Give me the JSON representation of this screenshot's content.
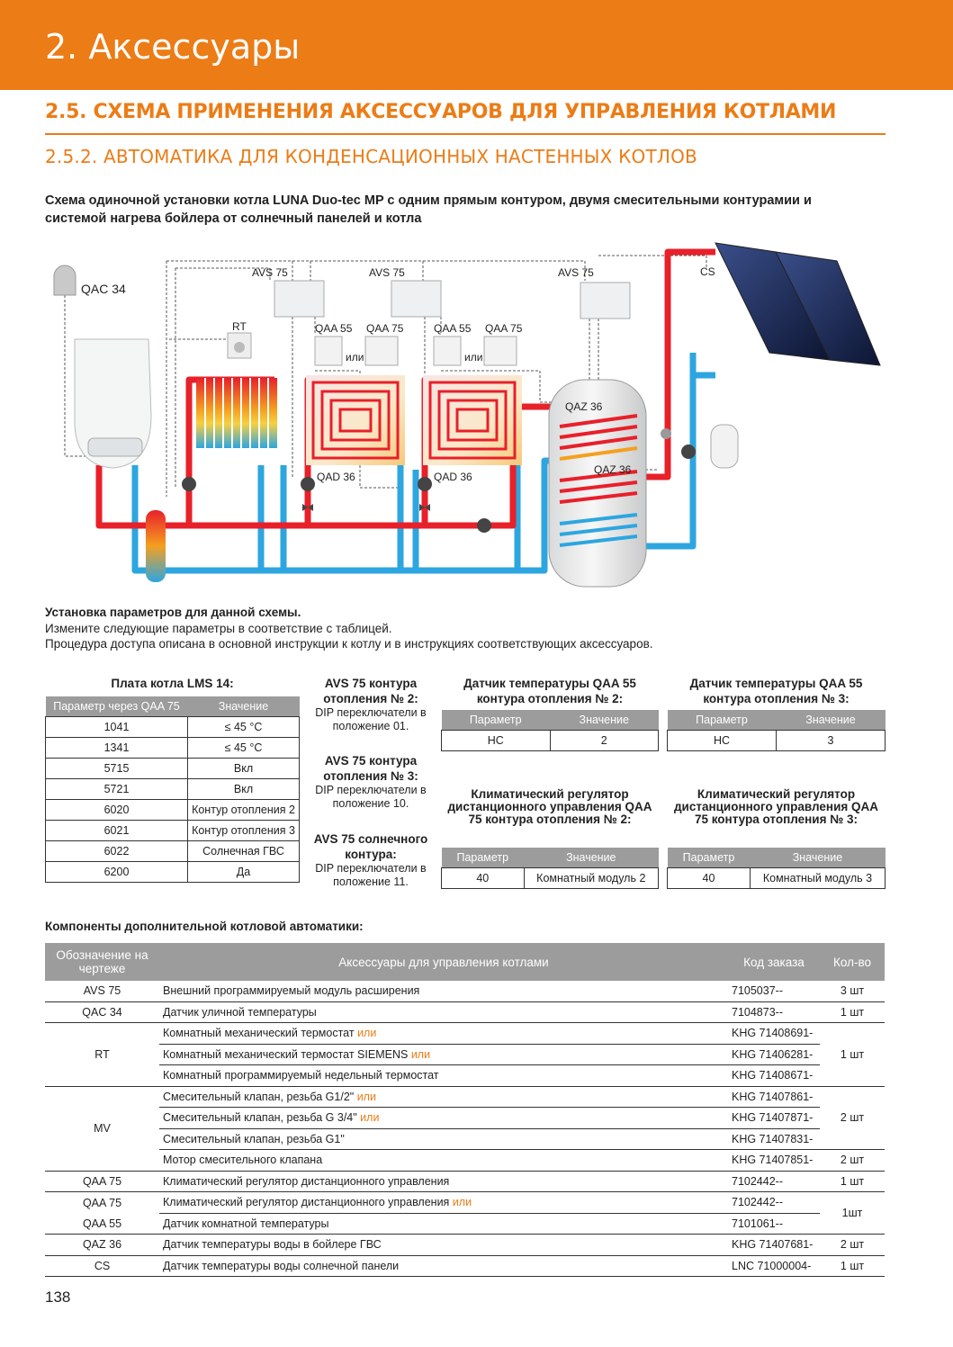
{
  "header": {
    "title": "2. Аксессуары"
  },
  "section": {
    "title": "2.5. СХЕМА ПРИМЕНЕНИЯ АКСЕССУАРОВ ДЛЯ УПРАВЛЕНИЯ КОТЛАМИ"
  },
  "subsection": {
    "title": "2.5.2. АВТОМАТИКА ДЛЯ КОНДЕНСАЦИОННЫХ НАСТЕННЫХ КОТЛОВ"
  },
  "lead": "Схема одиночной установки котла LUNA Duo-tec MP с одним прямым контуром, двумя смесительными контурамии и системой нагрева бойлера от солнечный панелей и котла",
  "diagram": {
    "labels": {
      "qac34": "QAC 34",
      "avs1": "AVS 75",
      "avs2": "AVS 75",
      "avs3": "AVS 75",
      "rt": "RT",
      "qaa55a": "QAA 55",
      "qaa75a": "QAA 75",
      "or_a": "или",
      "qaa55b": "QAA 55",
      "qaa75b": "QAA 75",
      "or_b": "или",
      "qad1": "QAD 36",
      "qad2": "QAD 36",
      "qaz1": "QAZ 36",
      "qaz2": "QAZ 36",
      "cs": "CS"
    },
    "colors": {
      "hot": "#e8202a",
      "cold": "#2da6e0",
      "accent": "#ec7c16"
    }
  },
  "settings": {
    "line1": "Установка параметров для данной схемы.",
    "line2": "Измените следующие параметры в соответствие с таблицей.",
    "line3": "Процедура доступа описана в основной инструкции к котлу и в инструкциях соответствующих аксессуаров."
  },
  "lms": {
    "title": "Плата котла LMS 14:",
    "headers": [
      "Параметр через QAA 75",
      "Значение"
    ],
    "rows": [
      [
        "1041",
        "≤ 45 °C"
      ],
      [
        "1341",
        "≤ 45 °C"
      ],
      [
        "5715",
        "Вкл"
      ],
      [
        "5721",
        "Вкл"
      ],
      [
        "6020",
        "Контур отопления 2"
      ],
      [
        "6021",
        "Контур отопления 3"
      ],
      [
        "6022",
        "Солнечная ГВС"
      ],
      [
        "6200",
        "Да"
      ]
    ]
  },
  "avs_notes": [
    {
      "title": "AVS 75 контура отопления № 2:",
      "text": "DIP переключатели в положение 01."
    },
    {
      "title": "AVS 75 контура отопления № 3:",
      "text": "DIP переключатели в положение 10."
    },
    {
      "title": "AVS 75 солнечного контура:",
      "text": "DIP переключатели в положение 11."
    }
  ],
  "qaa55_2": {
    "title": "Датчик температуры QAA 55 контура отопления № 2:",
    "headers": [
      "Параметр",
      "Значение"
    ],
    "row": [
      "HC",
      "2"
    ]
  },
  "qaa55_3": {
    "title": "Датчик температуры QAA 55 контура отопления № 3:",
    "headers": [
      "Параметр",
      "Значение"
    ],
    "row": [
      "HC",
      "3"
    ]
  },
  "qaa75_2": {
    "title": "Климатический регулятор дистанционного управления QAA 75 контура отопления № 2:",
    "headers": [
      "Параметр",
      "Значение"
    ],
    "row": [
      "40",
      "Комнатный модуль 2"
    ]
  },
  "qaa75_3": {
    "title": "Климатический регулятор дистанционного управления QAA 75 контура отопления № 3:",
    "headers": [
      "Параметр",
      "Значение"
    ],
    "row": [
      "40",
      "Комнатный модуль 3"
    ]
  },
  "components": {
    "title": "Компоненты дополнительной котловой автоматики:",
    "headers": [
      "Обозначение на чертеже",
      "Аксессуары для управления котлами",
      "Код заказа",
      "Кол-во"
    ],
    "or_word": "или",
    "rows": [
      {
        "designation": "AVS 75",
        "name": "Внешний программируемый модуль расширения",
        "code": "7105037--",
        "qty": "3 шт"
      },
      {
        "designation": "QAC 34",
        "name": "Датчик уличной температуры",
        "code": "7104873--",
        "qty": "1 шт"
      },
      {
        "designation": "RT",
        "name": "Комнатный механический термостат",
        "or": true,
        "code": "KHG 71408691-",
        "qty": "1 шт"
      },
      {
        "name": "Комнатный механический термостат SIEMENS",
        "or": true,
        "code": "KHG 71406281-"
      },
      {
        "name": "Комнатный программируемый недельный термостат",
        "code": "KHG 71408671-"
      },
      {
        "designation": "MV",
        "name": "Смесительный клапан, резьба G1/2\"",
        "or": true,
        "code": "KHG 71407861-",
        "qty": "2 шт"
      },
      {
        "name": "Смесительный клапан, резьба G 3/4\"",
        "or": true,
        "code": "KHG 71407871-"
      },
      {
        "name": "Смесительный клапан, резьба G1\"",
        "code": "KHG 71407831-"
      },
      {
        "name": "Мотор смесительного клапана",
        "code": "KHG 71407851-",
        "qty": "2 шт"
      },
      {
        "designation": "QAA 75",
        "name": "Климатический регулятор дистанционного управления",
        "code": "7102442--",
        "qty": "1 шт"
      },
      {
        "designation": "QAA 75",
        "name": "Климатический регулятор дистанционного управления",
        "or": true,
        "code": "7102442--",
        "qty": "1шт"
      },
      {
        "designation": "QAA 55",
        "name": "Датчик комнатной температуры",
        "code": "7101061--"
      },
      {
        "designation": "QAZ 36",
        "name": "Датчик температуры воды в бойлере ГВС",
        "code": "KHG 71407681-",
        "qty": "2 шт"
      },
      {
        "designation": "CS",
        "name": "Датчик температуры воды солнечной панели",
        "code": "LNC 71000004-",
        "qty": "1 шт"
      }
    ]
  },
  "page_number": "138"
}
